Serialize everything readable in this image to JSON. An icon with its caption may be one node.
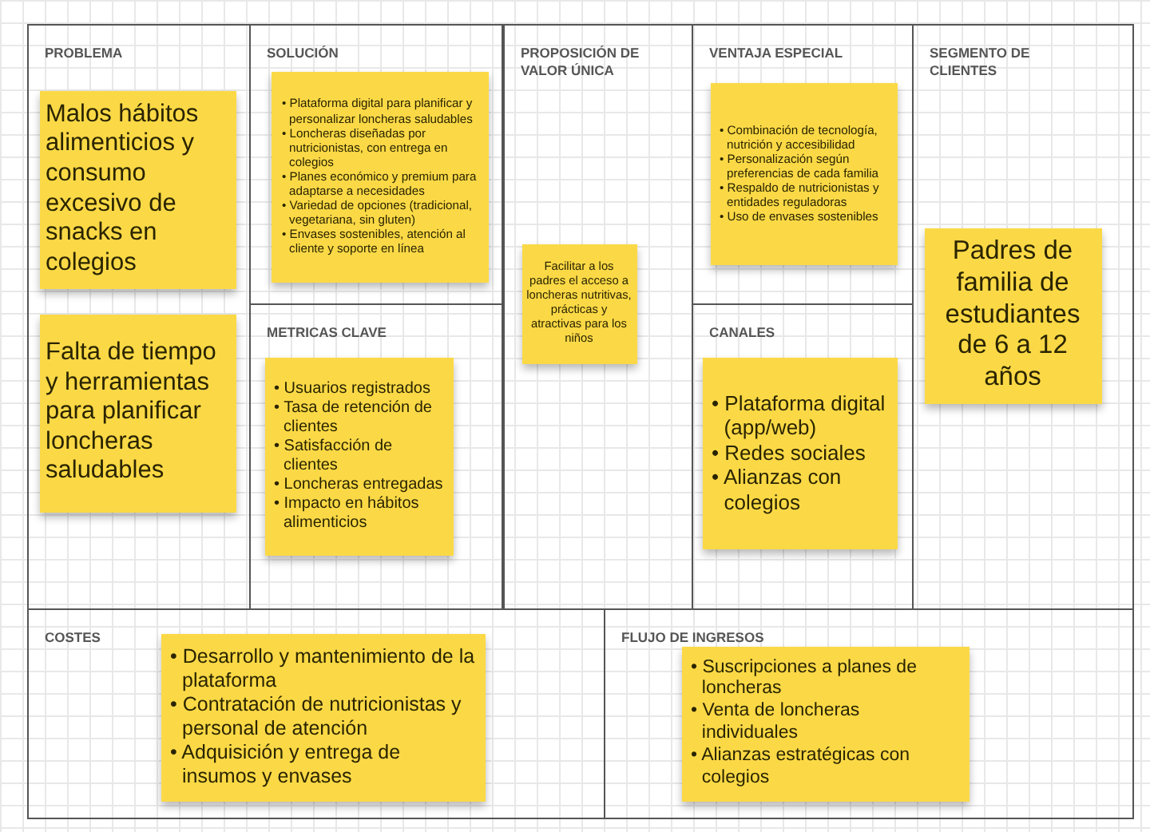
{
  "diagram": {
    "nodes": [
      {
        "text": [
          "PROBLEMA"
        ]
      },
      {
        "text": [
          "Malos hábitos alimenticios y consumo excesivo de snacks en colegios"
        ],
        "in": 0
      },
      {
        "text": [
          "Falta de tiempo y herramientas para planificar loncheras saludables"
        ],
        "in": 0
      },
      {
        "text": [
          "SOLUCIÓN"
        ]
      },
      {
        "text": [
          "• Plataforma digital para planificar y personalizar loncheras saludables",
          "• Loncheras diseñadas por nutricionistas, con entrega en colegios",
          "• Planes económico y premium para adaptarse a necesidades",
          "• Variedad de opciones (tradicional, vegetariana, sin gluten)",
          "• Envases sostenibles, atención al cliente y soporte en línea"
        ],
        "in": 3
      },
      {
        "text": [
          "METRICAS CLAVE"
        ]
      },
      {
        "text": [
          "• Usuarios registrados",
          "• Tasa de retención de clientes",
          "• Satisfacción de clientes",
          "• Loncheras entregadas",
          "• Impacto en hábitos alimenticios"
        ],
        "in": 5
      },
      {
        "text": [
          "PROPOSICIÓN DE VALOR ÚNICA"
        ]
      },
      {
        "text": [
          "Facilitar a los padres el acceso a loncheras nutritivas, prácticas y atractivas para los niños"
        ],
        "in": 7
      },
      {
        "text": [
          "VENTAJA ESPECIAL"
        ]
      },
      {
        "text": [
          "• Combinación de tecnología, nutrición y accesibilidad",
          "• Personalización según preferencias de cada familia",
          "• Respaldo de nutricionistas y entidades reguladoras",
          "• Uso de envases sostenibles"
        ],
        "in": 9
      },
      {
        "text": [
          "CANALES"
        ]
      },
      {
        "text": [
          "• Plataforma digital (app/web)",
          "• Redes sociales",
          "• Alianzas con colegios"
        ],
        "in": 11
      },
      {
        "text": [
          "SEGMENTO DE CLIENTES"
        ]
      },
      {
        "text": [
          "Padres de familia de estudiantes de 6 a 12 años"
        ],
        "in": 13
      },
      {
        "text": [
          "COSTES"
        ]
      },
      {
        "text": [
          "• Desarrollo y mantenimiento de la plataforma",
          "• Contratación de nutricionistas y personal de atención",
          "• Adquisición y entrega de insumos y envases"
        ],
        "in": 15
      },
      {
        "text": [
          "FLUJO DE INGRESOS"
        ]
      },
      {
        "text": [
          "• Suscripciones a planes de loncheras",
          "• Venta de loncheras individuales",
          "• Alianzas estratégicas con colegios"
        ],
        "in": 17
      }
    ]
  }
}
